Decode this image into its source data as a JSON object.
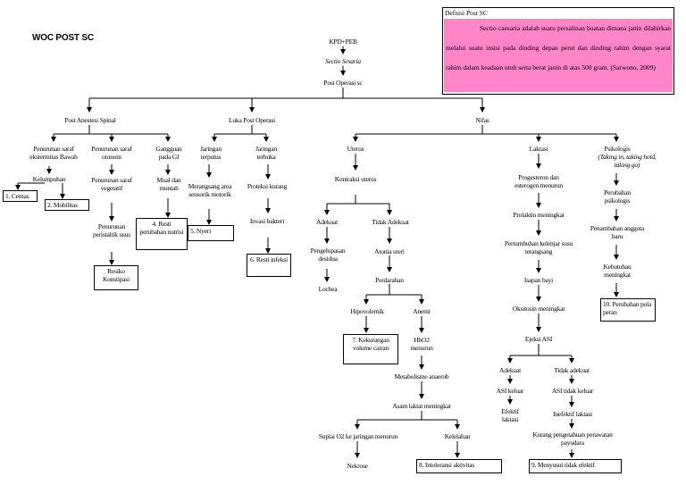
{
  "title": "WOC POST SC",
  "definition": {
    "heading": "Defnisi Post SC",
    "text": "Sectio caesaria adalah suatu persalinan buatan dimana janin dilahirkan melalui suatu insisi pada dinding depan perut dan dinding rahim dengan syarat rahim dalam keadaan utuh serta berat janin di atas 500 gram. (Sarwono, 2009)"
  },
  "nodes": {
    "kpd": "KPD+PEB",
    "sectio": "Sectio Sesaria",
    "postop": "Post Operasi sc",
    "anestesi": "Post Anestesi Spinal",
    "luka": "Luka Post Operasi",
    "nifas": "Nifas",
    "saraf_bawah": "Penurunan saraf ekstermitas Bawah",
    "saraf_otonom": "Penurunan saraf otonom",
    "gangguan_gi": "Gangguan pada GI",
    "kelumpuhan": "Kelumpuhan",
    "cemas": "1. Cemas",
    "mobilitas": "2. Mobilitas",
    "saraf_vegetatif": "Penurunan saraf vegetatif",
    "peristaltik": "Penurunan peristaltik usus",
    "konstipasi": "Resiko Konstipasi",
    "mual": "Mual dan muntah",
    "nutrisi": "4. Resti perubahan nutrisi",
    "jaringan_terputus": "Jaringan terputus",
    "merangsang": "Merangsang area sensorik motorik",
    "nyeri": "5. Nyeri",
    "jaringan_terbuka": "Jaringan terbuka",
    "proteksi": "Proteksi kurang",
    "invasi": "Invasi bakteri",
    "infeksi": "6. Resti infeksi",
    "uterus": "Uterus",
    "kontraksi": "Kontraksi uterus",
    "adekuat": "Adekuat",
    "tidak_adekuat": "Tidak Adekuat",
    "desidua": "Pengelupasan desidua",
    "lochea": "Lochea",
    "atonia": "Atonia uteri",
    "perdarahan": "Perdarahan",
    "hipovolemik": "Hipovolemik",
    "anemi": "Anemi",
    "volume": "7. Kekurangan volume cairan",
    "hbo2": "HbO2 menurun",
    "metabolisme": "Metabolisme anaerob",
    "asam": "Asam laktat meningkat",
    "suplai": "Suplai O2 ke jaringan menurun",
    "kelelahan": "Kelelahan",
    "nekrose": "Nekrose",
    "intoleransi": "8. Intoleransi aktivitas",
    "laktasi": "Laktasi",
    "progesteron": "Progesteron dan esterogen menurun",
    "prolaktin": "Prolaktin meningkat",
    "kelenjar": "Pertumbuhan kelenjar susu terangsang",
    "isapan": "Isapan bayi",
    "oksitosin": "Oksitosin meningkat",
    "ejeksi": "Ejeksi ASI",
    "adekuat2": "Adekuat",
    "tidak_adekuat2": "Tidak adekuat",
    "asi_keluar": "ASI keluar",
    "asi_tidak": "ASI tidak keluar",
    "efektif": "Efektif laktasi",
    "inefektif": "Inefektif laktasi",
    "pengetahuan": "Kurang pengetahuan perawatan payudara",
    "menyusui": "9.   Menyusui tidak efektif",
    "psikologis": "Psikologis",
    "psikologis_sub": "(Taking in, taking hold, taking go)",
    "perubahan_psikologis": "Perubahan psikologis",
    "penambahan": "Penambahan anggota baru",
    "kebutuhan": "Kebutuhan meningkat",
    "peran": "10. Perubahan pola peran"
  },
  "colors": {
    "definition_fill": "#ff84c8",
    "line": "#000000",
    "background": "#ffffff"
  }
}
